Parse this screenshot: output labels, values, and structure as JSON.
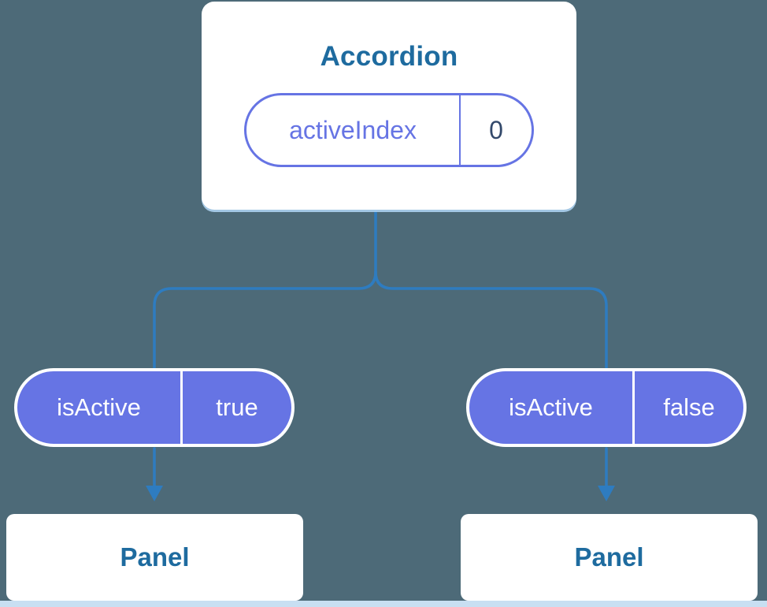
{
  "diagram": {
    "root": {
      "title": "Accordion",
      "prop": {
        "name": "activeIndex",
        "value": "0"
      }
    },
    "children": [
      {
        "prop": {
          "name": "isActive",
          "value": "true"
        },
        "panel_label": "Panel"
      },
      {
        "prop": {
          "name": "isActive",
          "value": "false"
        },
        "panel_label": "Panel"
      }
    ],
    "colors": {
      "background": "#4d6a78",
      "connector_blue": "#2e7cc0",
      "pill_purple": "#6674e4",
      "title_blue": "#1e6b9f",
      "value_dark": "#33496b",
      "card_white": "#ffffff"
    }
  }
}
